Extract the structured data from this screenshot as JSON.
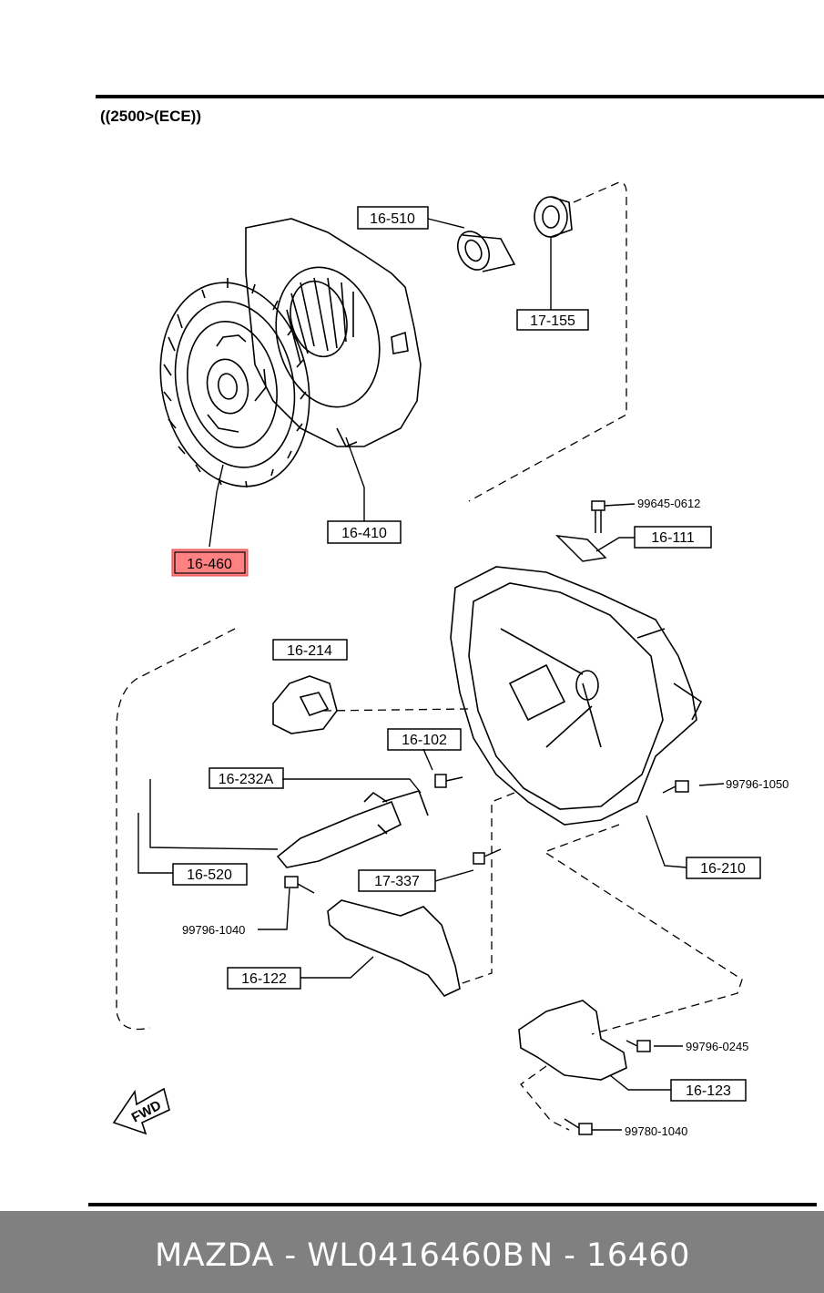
{
  "diagram": {
    "heading": "((2500>(ECE))",
    "labels": {
      "l16510": "16-510",
      "l17155": "17-155",
      "l16410": "16-410",
      "l16460": "16-460",
      "l16111": "16-111",
      "l16214": "16-214",
      "l16102": "16-102",
      "l16232a": "16-232A",
      "l16520": "16-520",
      "l17337": "17-337",
      "l16210": "16-210",
      "l16122": "16-122",
      "l16123": "16-123"
    },
    "bolt_numbers": {
      "b99645": "99645-0612",
      "b99796_1050": "99796-1050",
      "b99796_1040": "99796-1040",
      "b99796_0245": "99796-0245",
      "b99780_1040": "99780-1040"
    },
    "fwd_label": "FWD",
    "highlighted_part": "16-460",
    "highlight_color": "#ff6b6b"
  },
  "footer": {
    "part_number": "MAZDA - WL0416460B",
    "reference": "N - 16460"
  }
}
